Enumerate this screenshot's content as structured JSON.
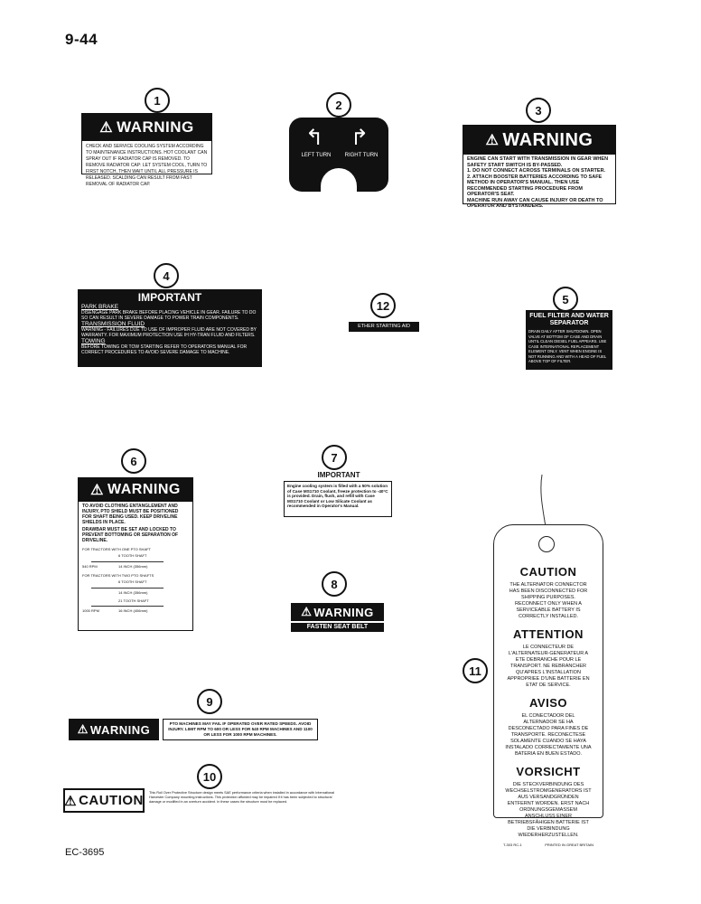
{
  "page": {
    "number": "9-44",
    "footer_code": "EC-3695"
  },
  "callouts": [
    "1",
    "2",
    "3",
    "4",
    "5",
    "6",
    "7",
    "8",
    "9",
    "10",
    "11",
    "12"
  ],
  "decal1": {
    "title": "WARNING",
    "text": "CHECK AND SERVICE COOLING SYSTEM ACCORDING TO MAINTENANCE INSTRUCTIONS. HOT COOLANT CAN SPRAY OUT IF RADIATOR CAP IS REMOVED. TO REMOVE RADIATOR CAP: LET SYSTEM COOL, TURN TO FIRST NOTCH, THEN WAIT UNTIL ALL PRESSURE IS RELEASED. SCALDING CAN RESULT FROM FAST REMOVAL OF RADIATOR CAP."
  },
  "decal2": {
    "left": "LEFT TURN",
    "right": "RIGHT TURN"
  },
  "decal3": {
    "title": "WARNING",
    "l1": "ENGINE CAN START WITH TRANSMISSION IN GEAR WHEN SAFETY START SWITCH IS BY-PASSED.",
    "l2": "1. DO NOT CONNECT ACROSS TERMINALS ON STARTER.",
    "l3": "2. ATTACH BOOSTER BATTERIES ACCORDING TO SAFE METHOD IN OPERATOR'S MANUAL. THEN USE RECOMMENDED STARTING PROCEDURE FROM OPERATOR'S SEAT.",
    "l4": "MACHINE RUN AWAY CAN CAUSE INJURY OR DEATH TO OPERATOR AND BYSTANDERS."
  },
  "decal4": {
    "title": "IMPORTANT",
    "h1": "PARK BRAKE",
    "t1": "DISENGAGE PARK BRAKE BEFORE PLACING VEHICLE IN GEAR. FAILURE TO DO SO CAN RESULT IN SEVERE DAMAGE TO POWER TRAIN COMPONENTS.",
    "h2": "TRANSMISSION FLUID",
    "t2": "WARNING - FAILURES DUE TO USE OF IMPROPER FLUID ARE NOT COVERED BY WARRANTY. FOR MAXIMUM PROTECTION USE IH HY-TRAN FLUID AND FILTERS.",
    "h3": "TOWING",
    "t3": "BEFORE TOWING OR TOW STARTING REFER TO OPERATORS MANUAL FOR CORRECT PROCEDURES TO AVOID SEVERE DAMAGE TO MACHINE."
  },
  "decal5": {
    "title": "FUEL FILTER AND WATER SEPARATOR",
    "text": "DRAIN DAILY AFTER SHUTDOWN. OPEN VALVE AT BOTTOM OF CASE AND DRAIN UNTIL CLEAN DIESEL FUEL APPEARS. USE CASE INTERNATIONAL REPLACEMENT ELEMENT ONLY. VENT WHEN ENGINE IS NOT RUNNING AND WITH A HEAD OF FUEL ABOVE TOP OF FILTER."
  },
  "decal6": {
    "title": "WARNING",
    "t1": "TO AVOID CLOTHING ENTANGLEMENT AND INJURY, PTO SHIELD MUST BE POSITIONED FOR SHAFT BEING USED. KEEP DRIVELINE SHIELDS IN PLACE.",
    "t2": "DRAWBAR MUST BE SET AND LOCKED TO PREVENT BOTTOMING OR SEPARATION OF DRIVELINE.",
    "t3": "FOR TRACTORS WITH ONE PTO SHAFT",
    "t4": "FOR TRACTORS WITH TWO PTO SHAFTS",
    "s1": "6 TOOTH SHAFT",
    "s2": "14 INCH (356mm)",
    "s3": "21 TOOTH SHAFT",
    "s4": "16 INCH (406mm)",
    "rpm1": "540 RPM",
    "rpm2": "1000 RPM"
  },
  "decal7": {
    "title": "IMPORTANT",
    "text": "Engine cooling system is filled with a 50% solution of Case MS1710 Coolant, freeze protection to -40°C is provided. Drain, flush, and refill with Case MS1710 Coolant or Low Silicate Coolant as recommended in Operator's Manual."
  },
  "decal8": {
    "title": "WARNING",
    "sub": "FASTEN SEAT BELT"
  },
  "decal9": {
    "title": "WARNING",
    "text": "PTO MACHINES MAY FAIL IF OPERATED OVER RATED SPEEDS. AVOID INJURY. LIMIT RPM TO 600 OR LESS FOR 540 RPM MACHINES AND 1100 OR LESS FOR 1000 RPM MACHINES."
  },
  "decal10": {
    "title": "CAUTION",
    "text": "This Roll Over Protective Structure design meets SAE performance criteria when installed in accordance with International Harvester Company mounting instructions. This protection afforded may be impaired if it has been subjected to structural damage or modified in an overturn accident. In these cases the structure must be replaced."
  },
  "decal12": {
    "text": "ETHER STARTING AID"
  },
  "tag": {
    "t1": "CAUTION",
    "b1": "THE ALTERNATOR CONNECTOR HAS BEEN DISCONNECTED FOR SHIPPING PURPOSES. RECONNECT ONLY WHEN A SERVICEABLE BATTERY IS CORRECTLY INSTALLED.",
    "t2": "ATTENTION",
    "b2": "LE CONNECTEUR DE L'ALTERNATEUR-GENERATEUR A ETE DEBRANCHE POUR LE TRANSPORT. NE REBRANCHER QU'APRES L'INSTALLATION APPROPRIEE D'UNE BATTERIE EN ETAT DE SERVICE.",
    "t3": "AVISO",
    "b3": "EL CONECTADOR DEL ALTERNADOR SE HA DESCONECTADO PARA FINES DE TRANSPORTE. RECONECTESE SOLAMENTE CUANDO SE HAYA INSTALADO CORRECTAMENTE UNA BATERIA EN BUEN ESTADO.",
    "t4": "VORSICHT",
    "b4": "DIE STECKVERBINDUNG DES WECHSELSTROMGENERATORS IST AUS VERSANDGRÜNDEN ENTFERNT WORDEN. ERST NACH ORDNUNGSGEMASSEM ANSCHLUSS EINER BETRIEBSFÄHIGEN BATTERIE IST DIE VERBINDUNG WIEDERHERZUSTELLEN.",
    "part": "T-303 RC-1",
    "printed": "PRINTED IN GREAT BRITAIN"
  }
}
